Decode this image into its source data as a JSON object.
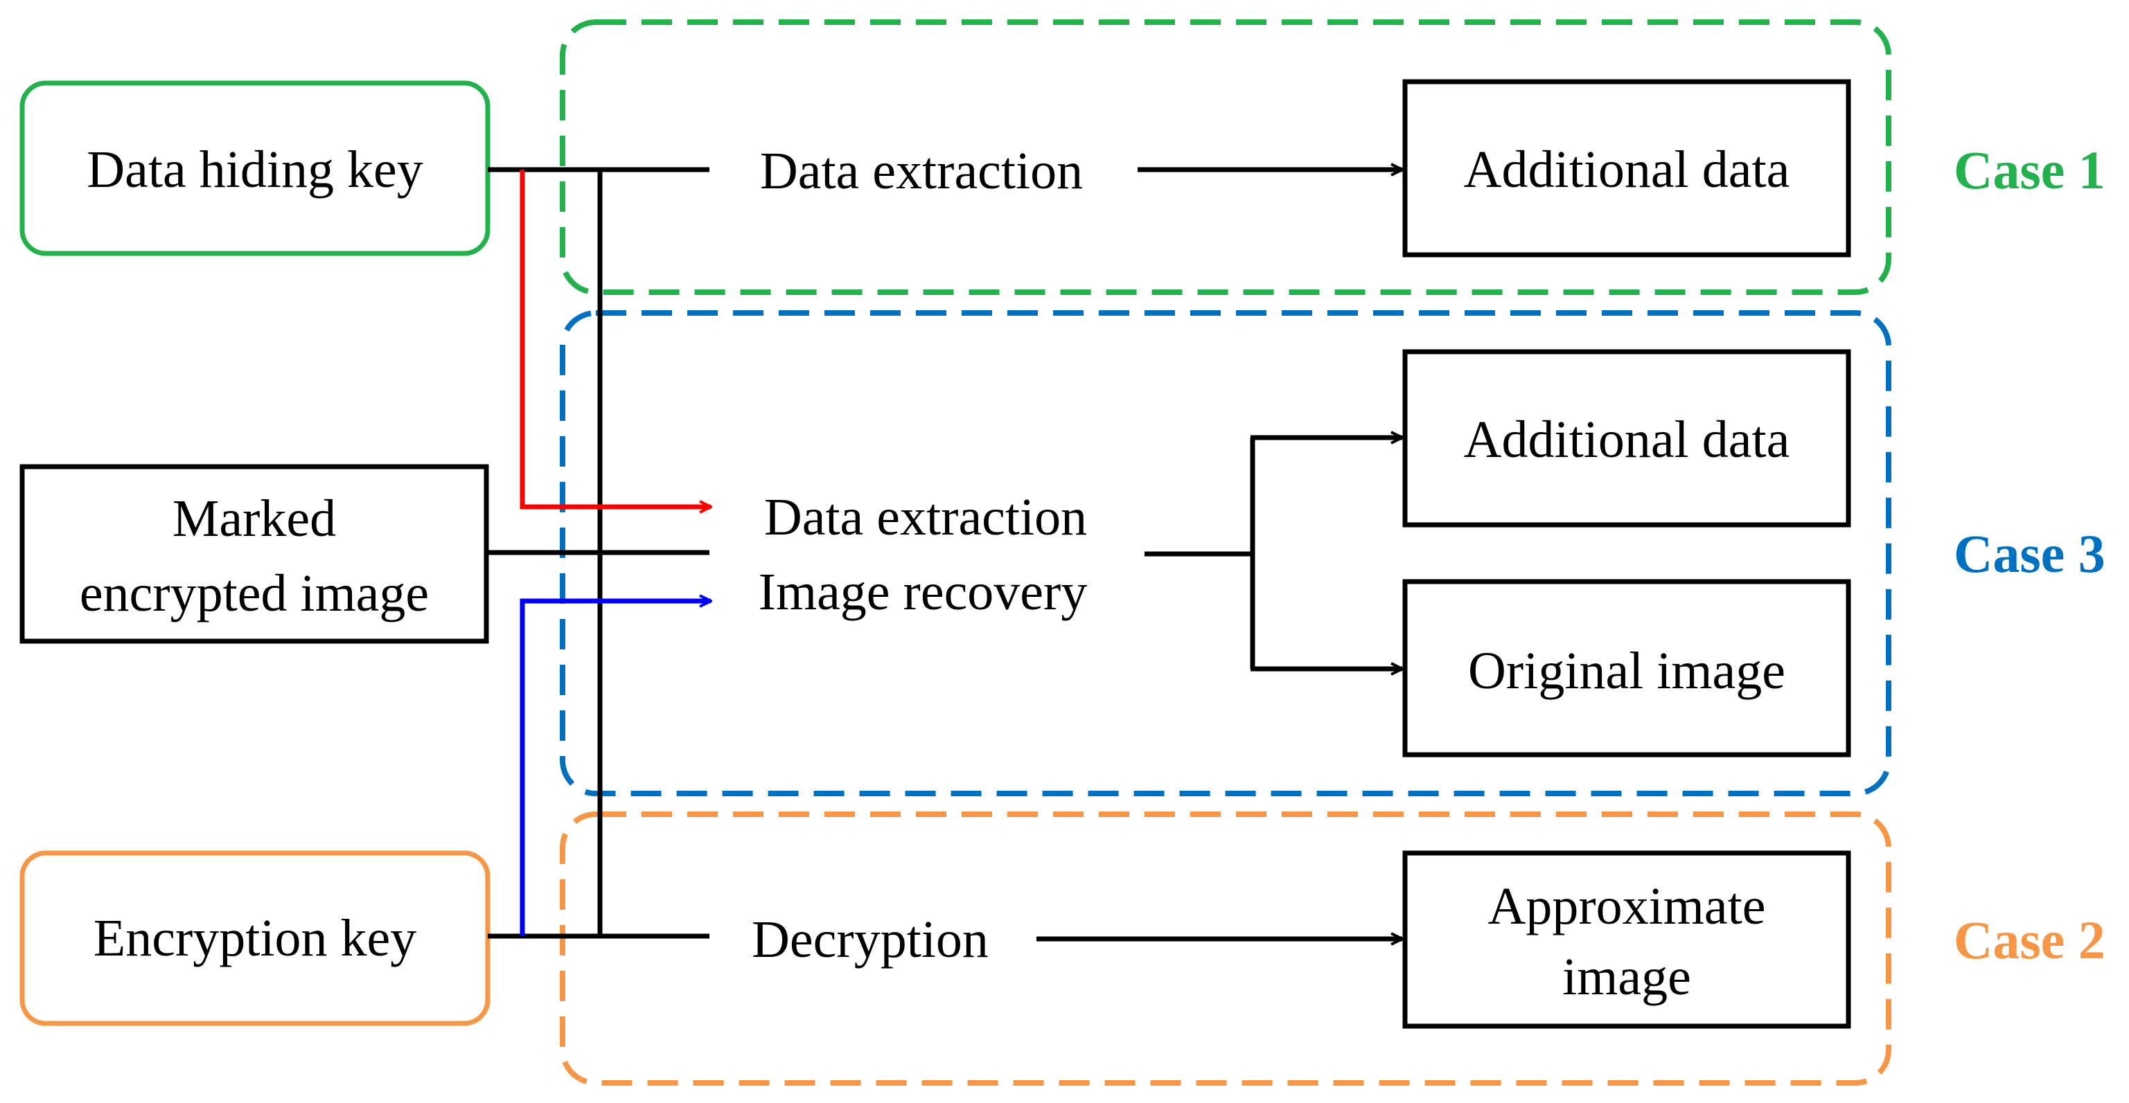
{
  "inputs": {
    "data_hiding_key": "Data hiding key",
    "marked_encrypted_image": [
      "Marked",
      "encrypted image"
    ],
    "encryption_key": "Encryption key"
  },
  "processes": {
    "case1_process": "Data extraction",
    "case3_process": [
      "Data extraction",
      "Image recovery"
    ],
    "case2_process": "Decryption"
  },
  "outputs": {
    "case1_output": "Additional data",
    "case3_output_data": "Additional data",
    "case3_output_image": "Original image",
    "case2_output": [
      "Approximate",
      "image"
    ]
  },
  "cases": {
    "case1": "Case 1",
    "case3": "Case 3",
    "case2": "Case 2"
  },
  "colors": {
    "case1": "#22b14c",
    "case3": "#0070c0",
    "case2": "#f79646",
    "data_hiding_path": "#ff0000",
    "encryption_path": "#0000ff",
    "line": "#000000"
  }
}
